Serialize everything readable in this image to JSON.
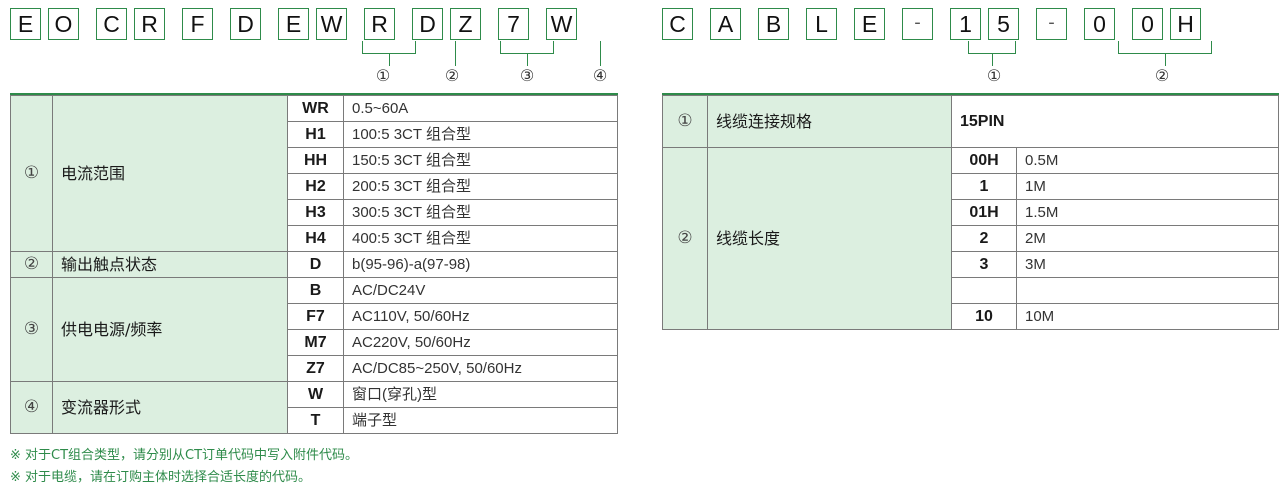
{
  "left_code": [
    "E",
    "O",
    "C",
    "R",
    "F",
    "D",
    "E",
    "W",
    "R",
    "D",
    "Z",
    "7",
    "W"
  ],
  "right_code": [
    "C",
    "A",
    "B",
    "L",
    "E",
    "-",
    "1",
    "5",
    "-",
    "0",
    "0",
    "H"
  ],
  "markers": [
    "①",
    "②",
    "③",
    "④"
  ],
  "left_table": {
    "groups": [
      {
        "num": "①",
        "label": "电流范围",
        "rows": [
          [
            "WR",
            "0.5~60A"
          ],
          [
            "H1",
            "100:5 3CT 组合型"
          ],
          [
            "HH",
            "150:5 3CT 组合型"
          ],
          [
            "H2",
            "200:5 3CT 组合型"
          ],
          [
            "H3",
            "300:5 3CT 组合型"
          ],
          [
            "H4",
            "400:5 3CT 组合型"
          ]
        ]
      },
      {
        "num": "②",
        "label": "输出触点状态",
        "rows": [
          [
            "D",
            "b(95-96)-a(97-98)"
          ]
        ]
      },
      {
        "num": "③",
        "label": "供电电源/频率",
        "rows": [
          [
            "B",
            "AC/DC24V"
          ],
          [
            "F7",
            "AC110V, 50/60Hz"
          ],
          [
            "M7",
            "AC220V, 50/60Hz"
          ],
          [
            "Z7",
            "AC/DC85~250V, 50/60Hz"
          ]
        ]
      },
      {
        "num": "④",
        "label": "变流器形式",
        "rows": [
          [
            "W",
            "窗口(穿孔)型"
          ],
          [
            "T",
            "端子型"
          ]
        ]
      }
    ]
  },
  "right_table": {
    "row1": {
      "num": "①",
      "label": "线缆连接规格",
      "value": "15PIN"
    },
    "row2": {
      "num": "②",
      "label": "线缆长度",
      "rows": [
        [
          "00H",
          "0.5M"
        ],
        [
          "1",
          "1M"
        ],
        [
          "01H",
          "1.5M"
        ],
        [
          "2",
          "2M"
        ],
        [
          "3",
          "3M"
        ],
        [
          "",
          ""
        ],
        [
          "10",
          "10M"
        ]
      ]
    }
  },
  "notes": [
    "※ 对于CT组合类型，请分别从CT订单代码中写入附件代码。",
    "※ 对于电缆，请在订购主体时选择合适长度的代码。"
  ]
}
